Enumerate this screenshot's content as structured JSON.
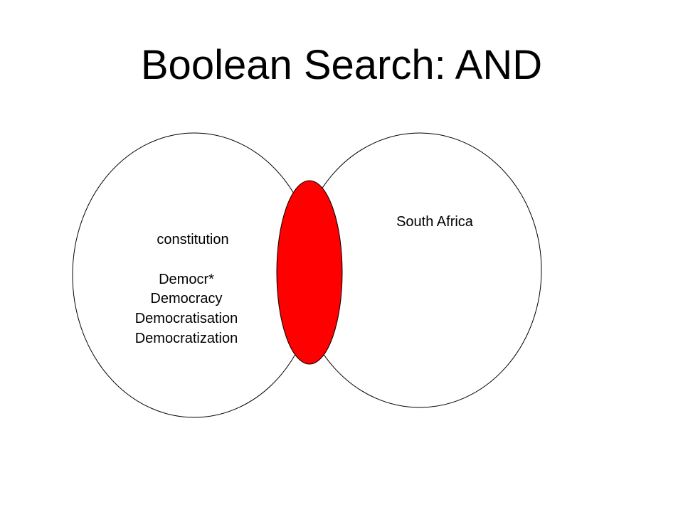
{
  "slide": {
    "title": "Boolean Search: AND"
  },
  "diagram": {
    "left_set": {
      "terms": [
        "constitution",
        "Democr*",
        "Democracy",
        "Democratisation",
        "Democratization"
      ]
    },
    "right_set": {
      "terms": [
        "South Africa"
      ]
    },
    "colors": {
      "outline": "#000000",
      "circle_fill": "#ffffff",
      "intersection_fill": "#ff0000"
    }
  }
}
